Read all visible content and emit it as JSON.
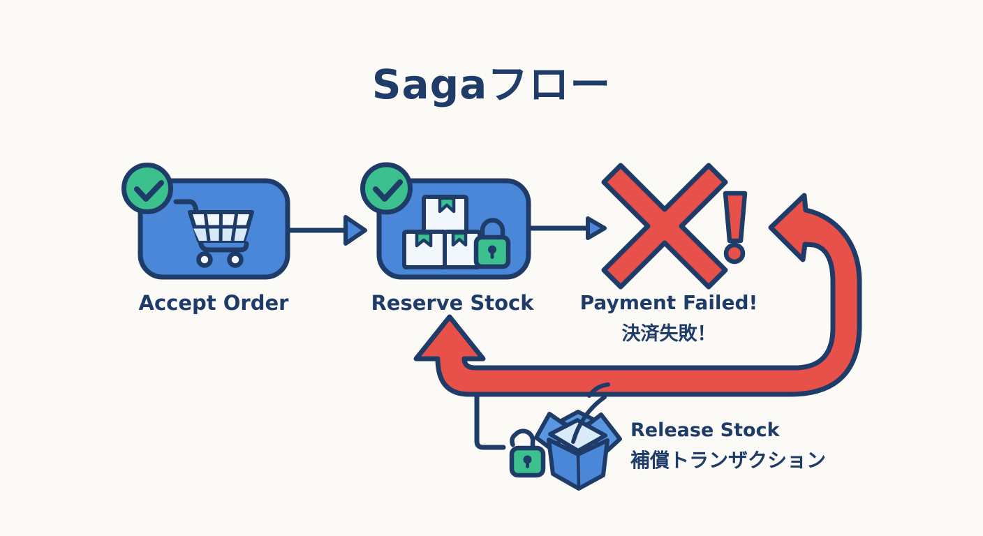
{
  "title": "Sagaフロー",
  "steps": [
    {
      "id": "accept-order",
      "label": "Accept Order",
      "status": "completed",
      "icon": "cart-icon",
      "badge": "check-icon"
    },
    {
      "id": "reserve-stock",
      "label": "Reserve Stock",
      "status": "completed",
      "icon": "package-boxes-lock-icon",
      "badge": "check-icon"
    }
  ],
  "failure": {
    "label_en": "Payment Failed!",
    "label_ja": "決済失敗！",
    "icon": "x-mark-icon",
    "badge": "exclamation-icon"
  },
  "compensation": {
    "label_en": "Release Stock",
    "label_ja": "補償トランザクション",
    "icon": "open-box-unlocked-icon",
    "arrow": "red-return-arrow"
  },
  "colors": {
    "background": "#fbfaf7",
    "navy": "#1f3c68",
    "blue": "#4a87d8",
    "blue_flap": "#5b97e0",
    "light_blue": "#d9eaf8",
    "box_white": "#f1f7fc",
    "green": "#3cc08d",
    "red": "#e8504a"
  }
}
